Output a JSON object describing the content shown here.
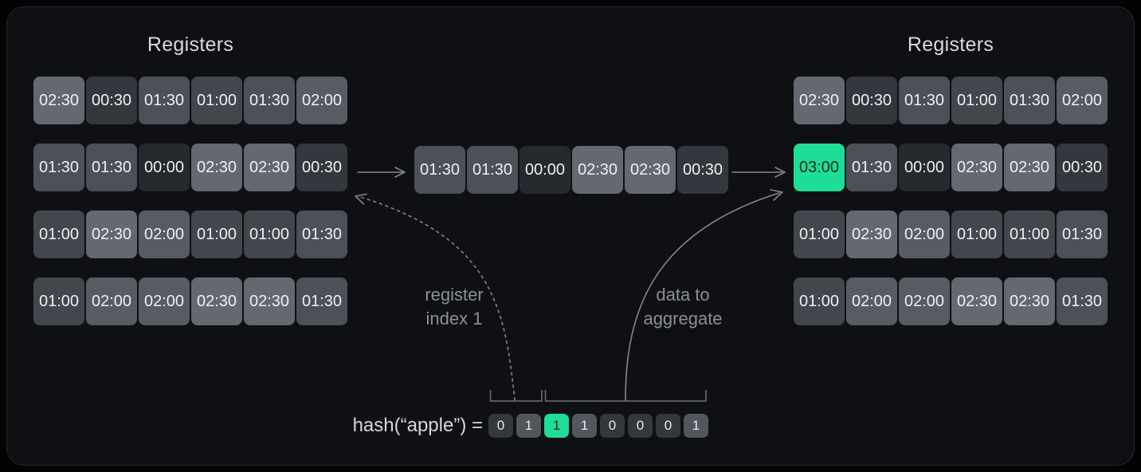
{
  "left_registers": {
    "title": "Registers",
    "rows": [
      [
        "02:30",
        "00:30",
        "01:30",
        "01:00",
        "01:30",
        "02:00"
      ],
      [
        "01:30",
        "01:30",
        "00:00",
        "02:30",
        "02:30",
        "00:30"
      ],
      [
        "01:00",
        "02:30",
        "02:00",
        "01:00",
        "01:00",
        "01:30"
      ],
      [
        "01:00",
        "02:00",
        "02:00",
        "02:30",
        "02:30",
        "01:30"
      ]
    ]
  },
  "extracted_row": {
    "cells": [
      "01:30",
      "01:30",
      "00:00",
      "02:30",
      "02:30",
      "00:30"
    ]
  },
  "right_registers": {
    "title": "Registers",
    "rows": [
      [
        "02:30",
        "00:30",
        "01:30",
        "01:00",
        "01:30",
        "02:00"
      ],
      [
        "03:00",
        "01:30",
        "00:00",
        "02:30",
        "02:30",
        "00:30"
      ],
      [
        "01:00",
        "02:30",
        "02:00",
        "01:00",
        "01:00",
        "01:30"
      ],
      [
        "01:00",
        "02:00",
        "02:00",
        "02:30",
        "02:30",
        "01:30"
      ]
    ],
    "highlight": "1,0"
  },
  "hash": {
    "label": "hash(“apple”) =",
    "bits": [
      "0",
      "1",
      "1",
      "1",
      "0",
      "0",
      "0",
      "1"
    ],
    "highlight": "0,2"
  },
  "annotations": {
    "register_index": {
      "line1": "register",
      "line2": "index 1"
    },
    "data_to_aggregate": {
      "line1": "data to",
      "line2": "aggregate"
    }
  },
  "colors": {
    "highlight": "#1edd97",
    "highlight_text": "#0d2e21",
    "arrow": "#83878d",
    "bracket": "#6d7177",
    "value_shades": {
      "00:00": "#26292d",
      "00:30": "#34373d",
      "01:00": "#42464d",
      "01:30": "#4c5058",
      "02:00": "#575b63",
      "02:30": "#646871",
      "03:00": "#1edd97"
    },
    "bit_shades": {
      "0": "#34373c",
      "1": "#53565c"
    }
  }
}
